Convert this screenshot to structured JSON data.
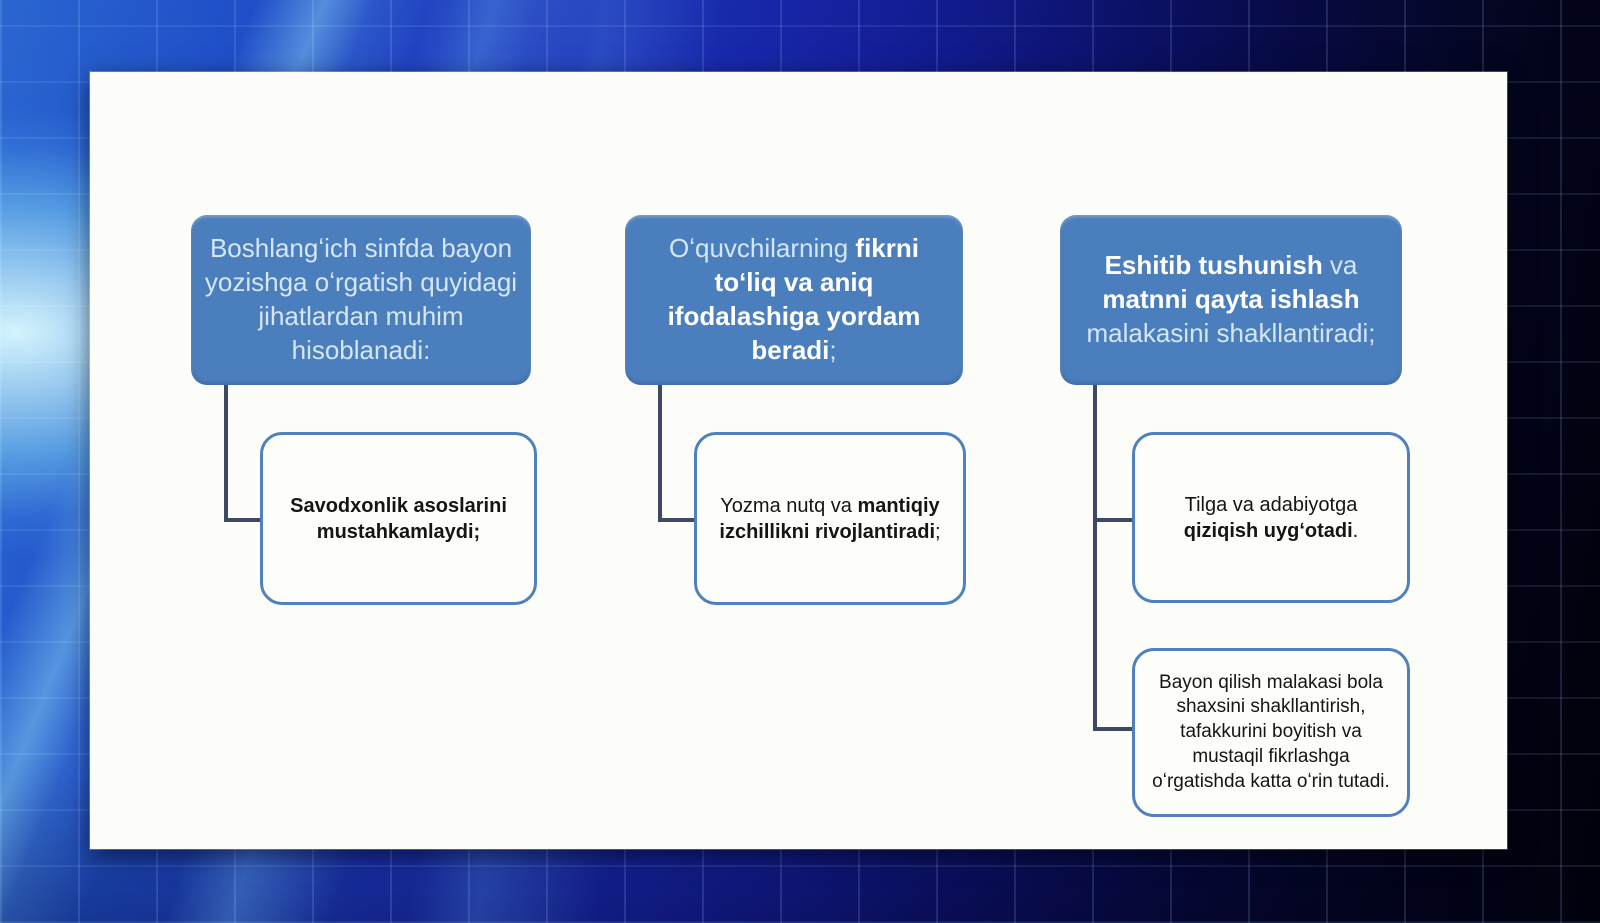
{
  "type": "slide-smartart-hierarchy",
  "colors": {
    "parent_box_fill": "#4a7ebc",
    "parent_box_text_regular": "#d5e6f7",
    "parent_box_text_bold": "#ffffff",
    "child_box_border": "#4f81bd",
    "child_box_fill": "#fdfdfa",
    "child_box_text": "#151515",
    "connector": "#3e4a63",
    "slide_background": "#fcfcf8",
    "backdrop_bright_blue": "#1f4ec8",
    "backdrop_dark_navy": "#020212"
  },
  "columns": [
    {
      "parent": {
        "segments": [
          {
            "text": "Boshlangʻich sinfda bayon yozishga oʻrgatish quyidagi jihatlardan muhim hisoblanadi:",
            "bold": false
          }
        ]
      },
      "children": [
        {
          "segments": [
            {
              "text": "Savodxonlik asoslarini mustahkamlaydi;",
              "bold": true
            }
          ]
        }
      ]
    },
    {
      "parent": {
        "segments": [
          {
            "text": "Oʻquvchilarning ",
            "bold": false
          },
          {
            "text": "fikrni toʻliq va aniq ifodalashiga yordam beradi",
            "bold": true
          },
          {
            "text": ";",
            "bold": false
          }
        ]
      },
      "children": [
        {
          "segments": [
            {
              "text": "Yozma nutq va ",
              "bold": false
            },
            {
              "text": "mantiqiy izchillikni rivojlantiradi",
              "bold": true
            },
            {
              "text": ";",
              "bold": false
            }
          ]
        }
      ]
    },
    {
      "parent": {
        "segments": [
          {
            "text": "Eshitib tushunish",
            "bold": true
          },
          {
            "text": " va ",
            "bold": false
          },
          {
            "text": "matnni qayta ishlash",
            "bold": true
          },
          {
            "text": " malakasini shakllantiradi;",
            "bold": false
          }
        ]
      },
      "children": [
        {
          "segments": [
            {
              "text": "Tilga va adabiyotga ",
              "bold": false
            },
            {
              "text": "qiziqish uygʻotadi",
              "bold": true
            },
            {
              "text": ".",
              "bold": false
            }
          ]
        },
        {
          "segments": [
            {
              "text": "Bayon qilish malakasi bola shaxsini shakllantirish, tafakkurini boyitish va mustaqil fikrlashga oʻrgatishda katta oʻrin tutadi.",
              "bold": false
            }
          ]
        }
      ]
    }
  ]
}
